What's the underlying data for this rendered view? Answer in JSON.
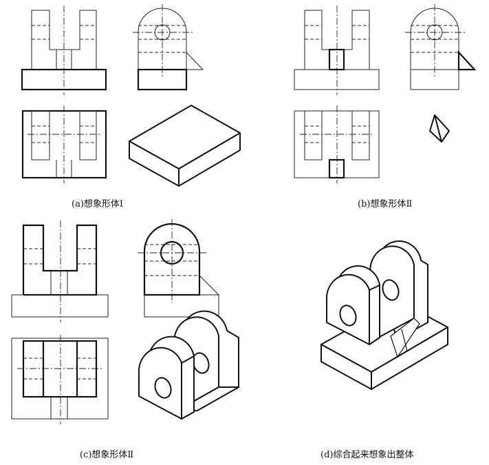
{
  "captions": {
    "a": "(a)想象形体Ⅰ",
    "b": "(b)想象形体Ⅱ",
    "c": "(c)想象形体Ⅱ",
    "d": "(d)综合起来想象出整体"
  }
}
